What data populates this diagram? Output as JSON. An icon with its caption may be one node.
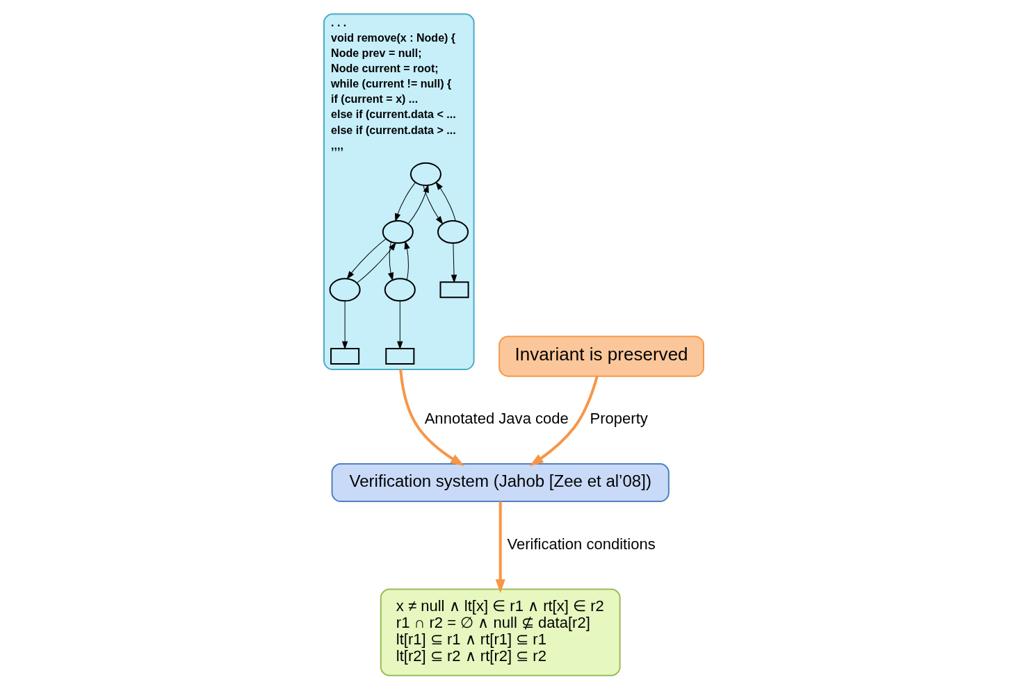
{
  "diagram": {
    "nodes": [
      {
        "text": [
          ". . .",
          "void remove(x : Node) {",
          "Node prev = null;",
          "Node current = root;",
          "while (current != null) {",
          "if (current = x) ...",
          "else if (current.data < ...",
          "else if (current.data > ...",
          ",,,,"
        ]
      },
      {
        "text": [],
        "shape": "circle",
        "in": 0
      },
      {
        "text": [],
        "shape": "circle",
        "in": 0
      },
      {
        "text": [],
        "shape": "circle",
        "in": 0
      },
      {
        "text": [],
        "shape": "box",
        "in": 0
      },
      {
        "text": [],
        "shape": "circle",
        "in": 0
      },
      {
        "text": [],
        "shape": "circle",
        "in": 0
      },
      {
        "text": [],
        "shape": "box",
        "in": 0
      },
      {
        "text": [],
        "shape": "box",
        "in": 0
      },
      {
        "text": [
          "Invariant is preserved"
        ]
      },
      {
        "text": [
          "Verification system (Jahob [Zee et al’08])"
        ]
      },
      {
        "text": [
          "x ≠ null ∧ lt[x] ∈ r1 ∧ rt[x] ∈ r2",
          "r1 ∩ r2 = ∅ ∧ null ⊈ data[r2]",
          "lt[r1] ⊆ r1 ∧ rt[r1] ⊆ r1",
          "lt[r2] ⊆ r2 ∧ rt[r2] ⊆ r2"
        ]
      }
    ],
    "edges": [
      {
        "from": 1,
        "to": 2,
        "arrow": "to"
      },
      {
        "from": 2,
        "to": 1,
        "arrow": "to"
      },
      {
        "from": 1,
        "to": 3,
        "arrow": "to"
      },
      {
        "from": 3,
        "to": 1,
        "arrow": "to"
      },
      {
        "from": 2,
        "to": 5,
        "arrow": "to"
      },
      {
        "from": 5,
        "to": 2,
        "arrow": "to"
      },
      {
        "from": 2,
        "to": 6,
        "arrow": "to"
      },
      {
        "from": 6,
        "to": 2,
        "arrow": "to"
      },
      {
        "from": 3,
        "to": 4,
        "arrow": "to"
      },
      {
        "from": 5,
        "to": 7,
        "arrow": "to"
      },
      {
        "from": 6,
        "to": 8,
        "arrow": "to"
      },
      {
        "from": 0,
        "to": 10,
        "arrow": "to",
        "label": "Annotated Java code",
        "style": "thick",
        "color": "#f79646"
      },
      {
        "from": 9,
        "to": 10,
        "arrow": "to",
        "label": "Property",
        "style": "thick",
        "color": "#f79646"
      },
      {
        "from": 10,
        "to": 11,
        "arrow": "to",
        "label": "Verification conditions",
        "style": "thick",
        "color": "#f79646"
      }
    ]
  }
}
